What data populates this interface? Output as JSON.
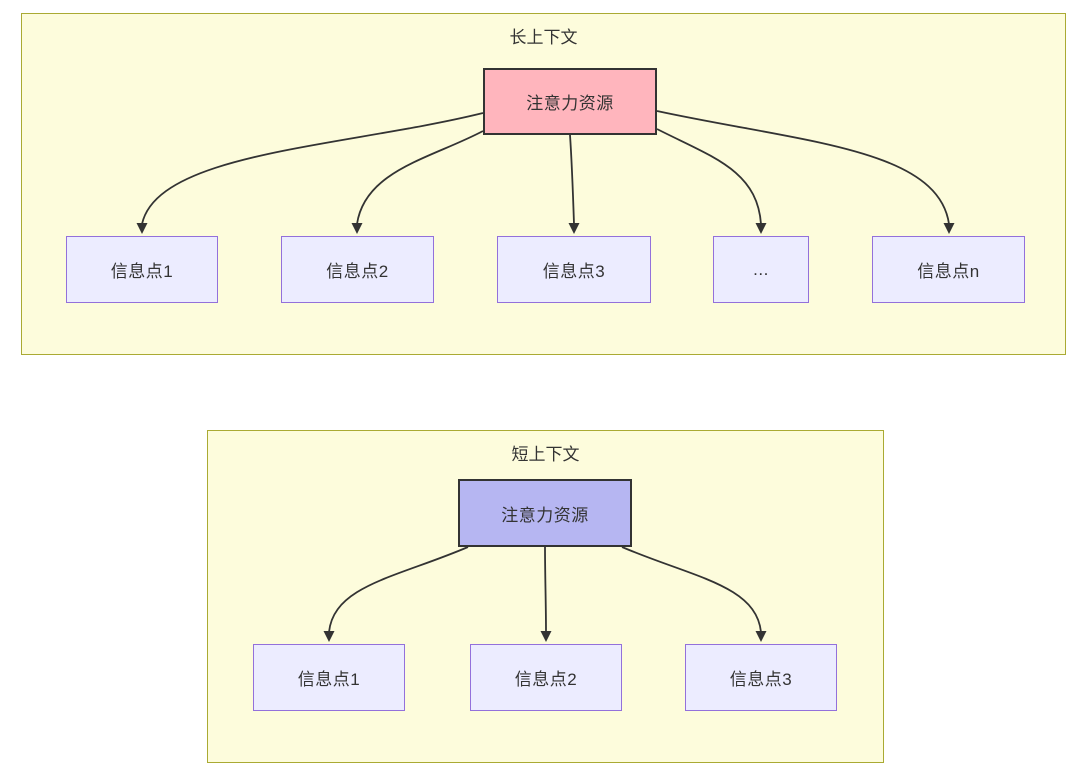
{
  "colors": {
    "page_bg": "#ffffff",
    "cluster_fill": "#fdfcdc",
    "cluster_border": "#aaaa33",
    "node_fill": "#ececff",
    "node_border": "#9370db",
    "attention_long_fill": "#ffb5bd",
    "attention_short_fill": "#b6b6f2",
    "dark_border": "#333333",
    "edge": "#333333",
    "text": "#333333"
  },
  "long_context": {
    "title": "长上下文",
    "source": "注意力资源",
    "targets": [
      "信息点1",
      "信息点2",
      "信息点3",
      "...",
      "信息点n"
    ]
  },
  "short_context": {
    "title": "短上下文",
    "source": "注意力资源",
    "targets": [
      "信息点1",
      "信息点2",
      "信息点3"
    ]
  }
}
